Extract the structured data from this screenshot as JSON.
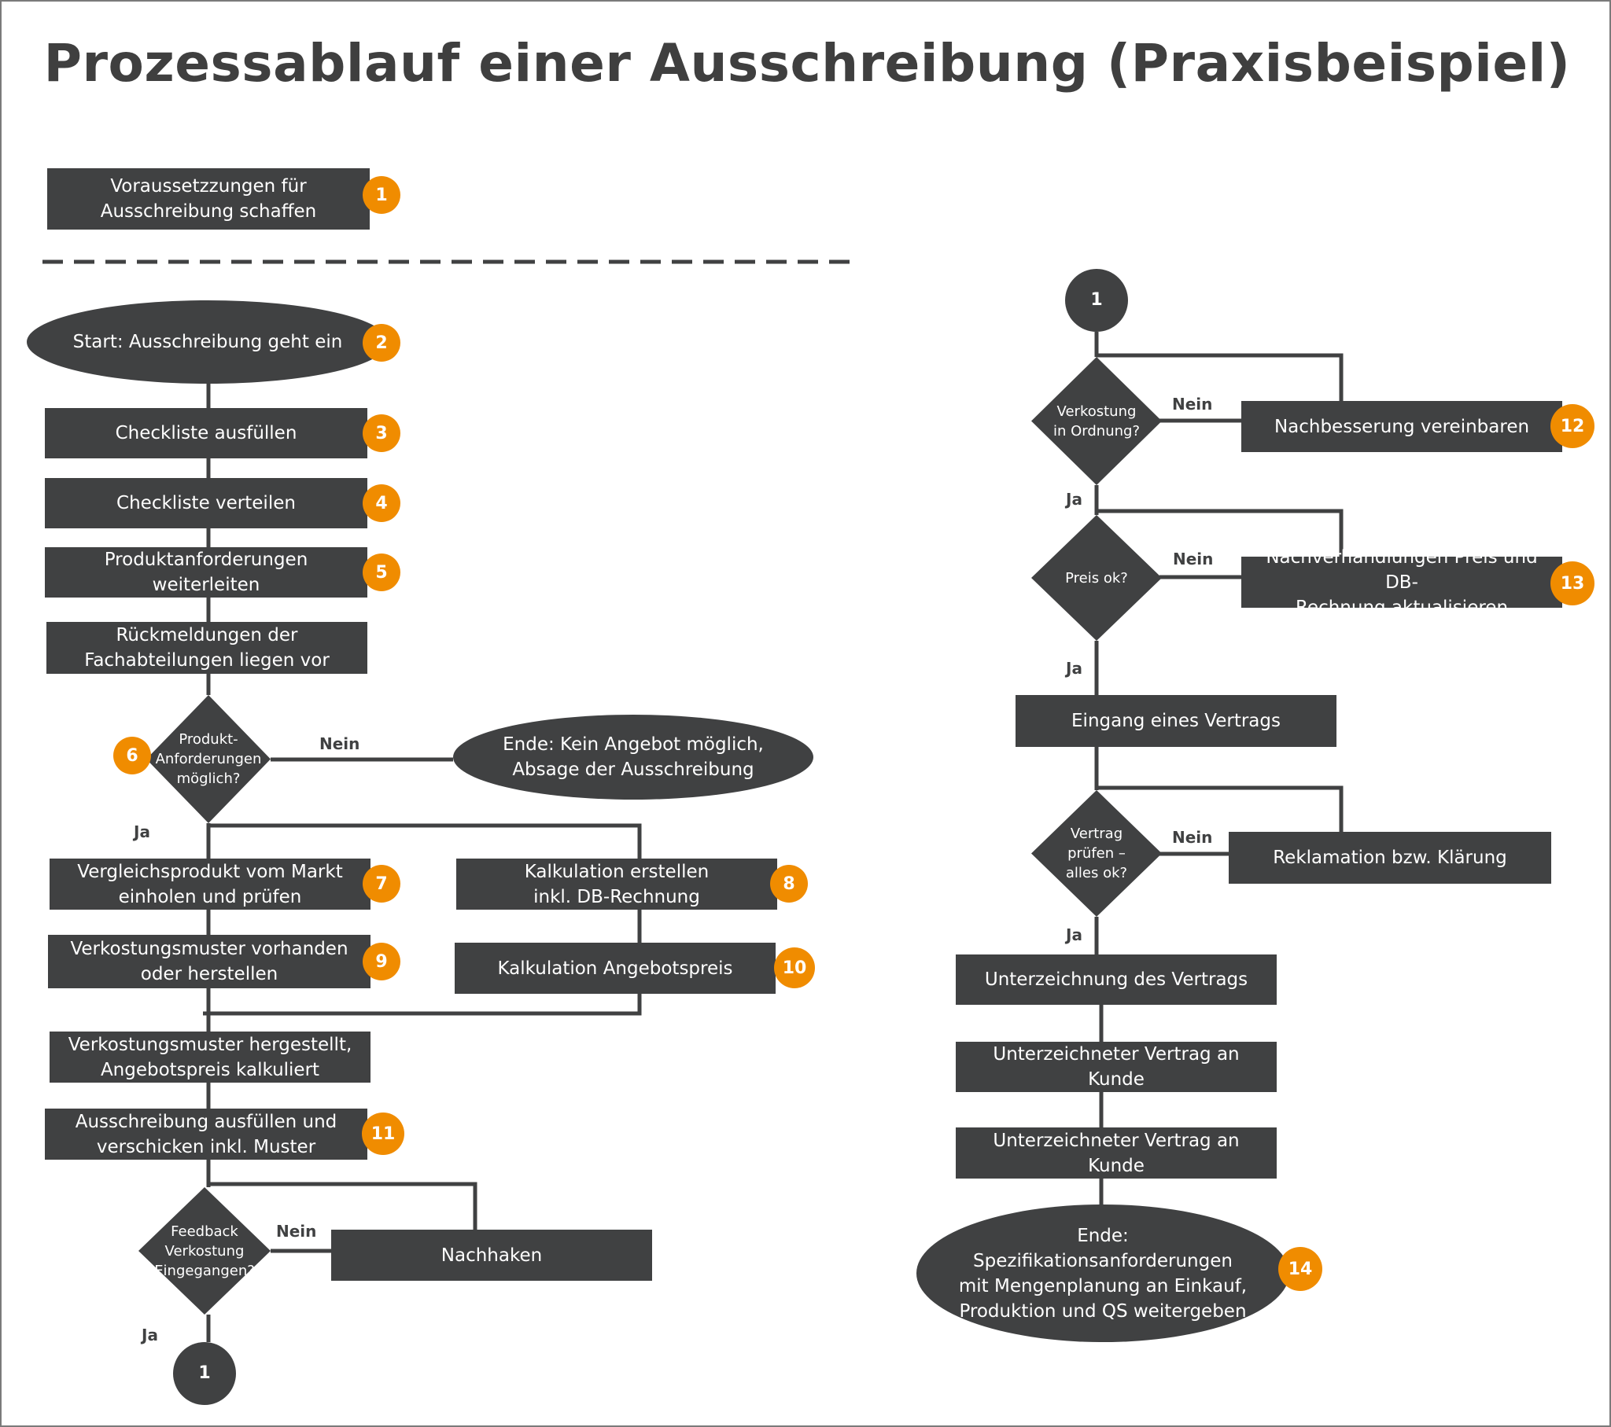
{
  "title": "Prozessablauf einer Ausschreibung (Praxisbeispiel)",
  "nodes": {
    "voraussetzungen": "Voraussetzzungen für\nAusschreibung schaffen",
    "start": "Start: Ausschreibung geht ein",
    "checkliste_ausfuellen": "Checkliste ausfüllen",
    "checkliste_verteilen": "Checkliste verteilen",
    "produktanforderungen": "Produktanforderungen\nweiterleiten",
    "rueckmeldungen": "Rückmeldungen der\nFachabteilungen liegen vor",
    "entscheidung_anforderungen": "Produkt-\nAnforderungen\nmöglich?",
    "ende_kein_angebot": "Ende: Kein Angebot möglich,\nAbsage der Ausschreibung",
    "vergleichsprodukt": "Vergleichsprodukt vom Markt\neinholen und prüfen",
    "kalkulation_erstellen": "Kalkulation erstellen\ninkl. DB-Rechnung",
    "verkostungsmuster": "Verkostungsmuster vorhanden\noder herstellen",
    "kalkulation_angebotspreis": "Kalkulation Angebotspreis",
    "muster_hergestellt": "Verkostungsmuster hergestellt,\nAngebotspreis kalkuliert",
    "ausschreibung_ausfuellen": "Ausschreibung ausfüllen und\nverschicken inkl. Muster",
    "entscheidung_feedback": "Feedback\nVerkostung\nEingegangen?",
    "nachhaken": "Nachhaken",
    "connector_left": "1",
    "connector_right": "1",
    "entscheidung_verkostung": "Verkostung\nin Ordnung?",
    "nachbesserung": "Nachbesserung vereinbaren",
    "entscheidung_preis": "Preis ok?",
    "nachverhandlungen": "Nachverhandlungen Preis und DB-\nRechnung aktualisieren",
    "eingang_vertrag": "Eingang eines Vertrags",
    "entscheidung_vertrag": "Vertrag\nprüfen –\nalles ok?",
    "reklamation": "Reklamation bzw. Klärung",
    "unterzeichnung": "Unterzeichnung  des Vertrags",
    "vertrag_an_kunde_1": "Unterzeichneter Vertrag an Kunde",
    "vertrag_an_kunde_2": "Unterzeichneter Vertrag an Kunde",
    "ende_spezifikation": "Ende:\nSpezifikationsanforderungen\nmit Mengenplanung an Einkauf,\nProduktion und QS weitergeben"
  },
  "badges": {
    "b1": "1",
    "b2": "2",
    "b3": "3",
    "b4": "4",
    "b5": "5",
    "b6": "6",
    "b7": "7",
    "b8": "8",
    "b9": "9",
    "b10": "10",
    "b11": "11",
    "b12": "12",
    "b13": "13",
    "b14": "14"
  },
  "edge_labels": {
    "nein": "Nein",
    "ja": "Ja"
  },
  "colors": {
    "node": "#404142",
    "badge": "#f08c00",
    "title": "#3f3f3f"
  }
}
